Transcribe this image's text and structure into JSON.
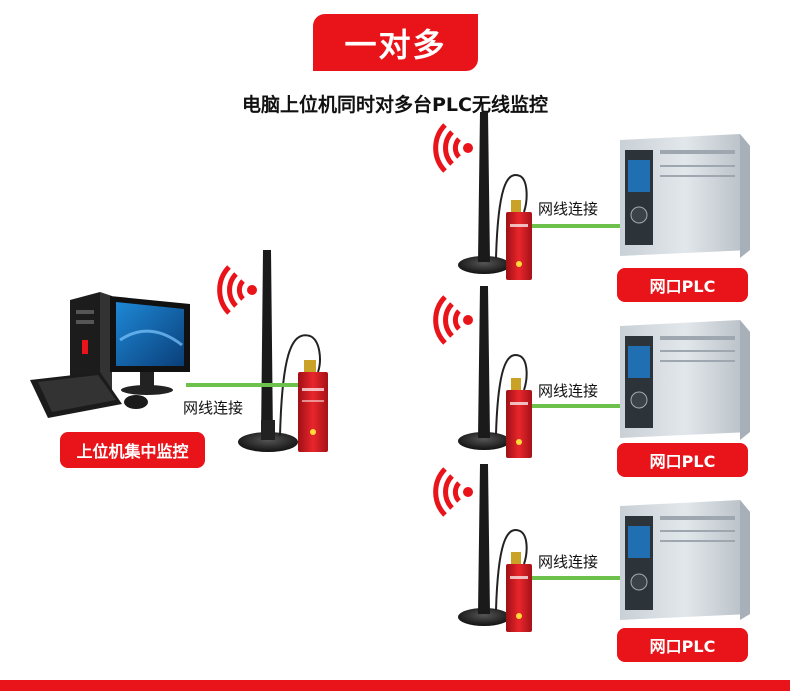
{
  "header": {
    "title": "一对多",
    "subtitle": "电脑上位机同时对多台PLC无线监控"
  },
  "host": {
    "label": "上位机集中监控",
    "link_label": "网线连接"
  },
  "plcs": [
    {
      "label": "网口PLC",
      "link_label": "网线连接"
    },
    {
      "label": "网口PLC",
      "link_label": "网线连接"
    },
    {
      "label": "网口PLC",
      "link_label": "网线连接"
    }
  ],
  "colors": {
    "accent": "#e8141a",
    "link": "#6cc24a"
  }
}
